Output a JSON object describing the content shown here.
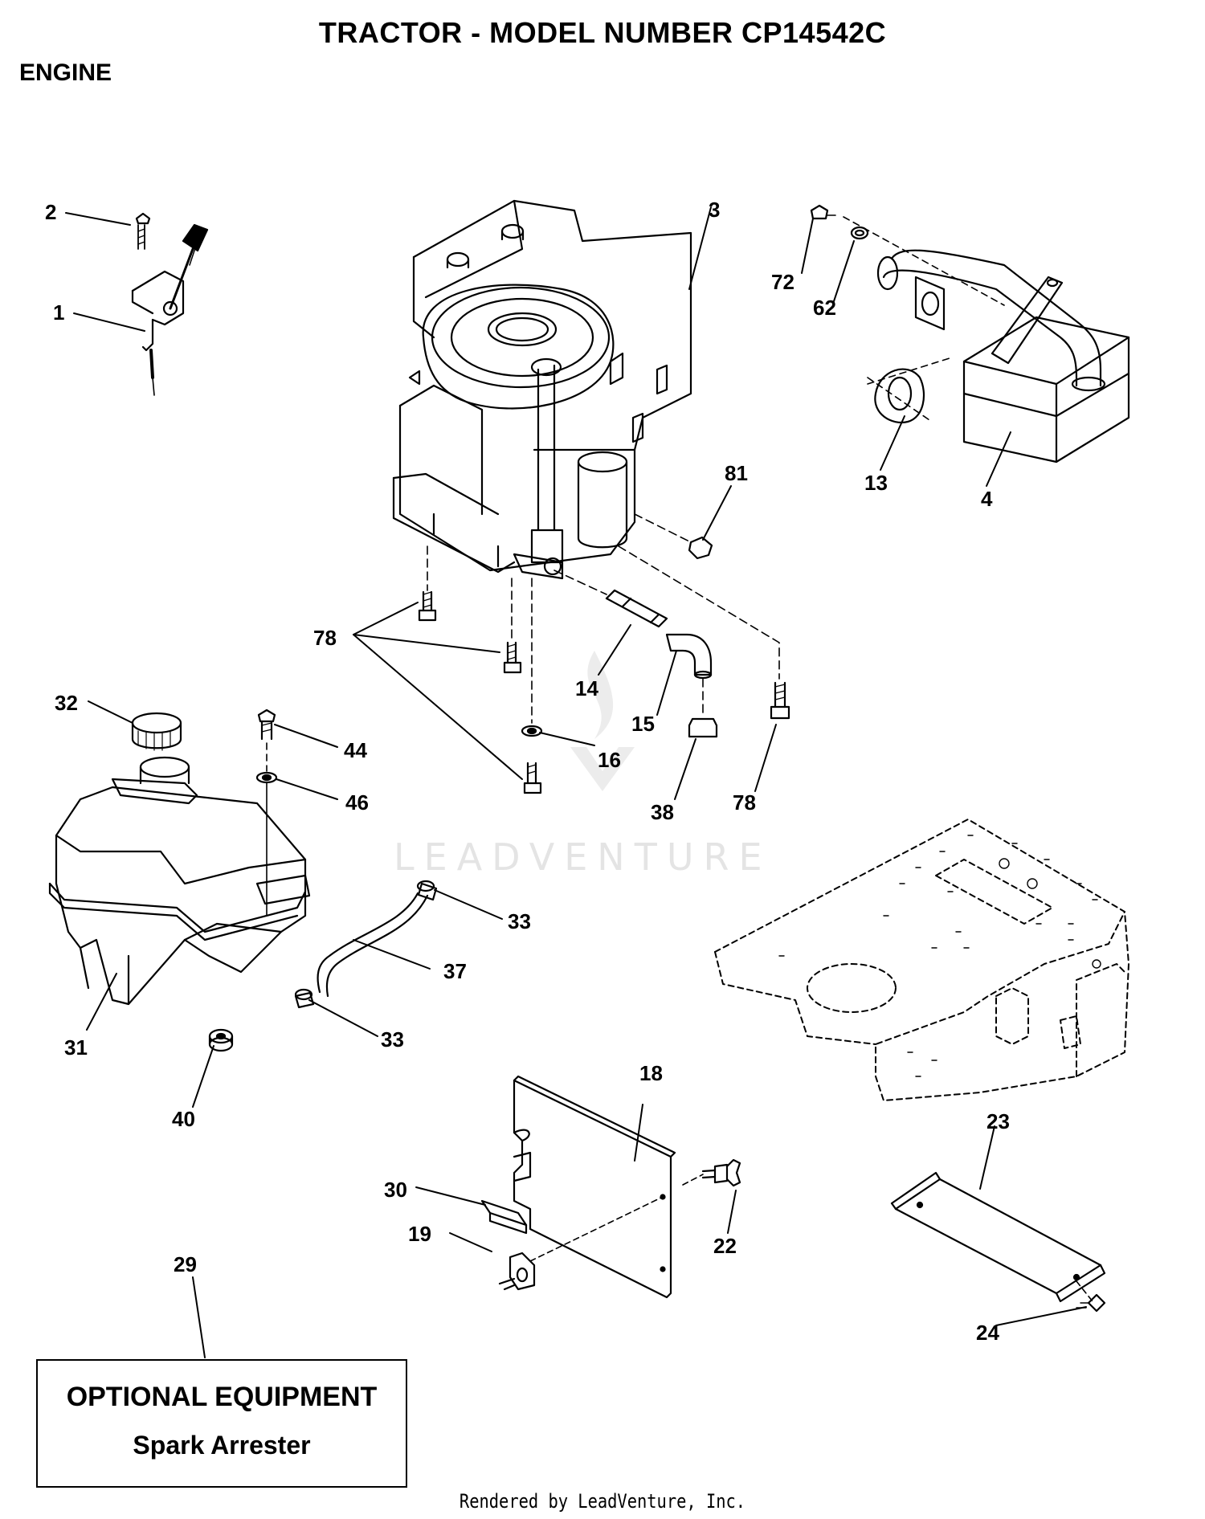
{
  "page": {
    "title": "TRACTOR - MODEL NUMBER CP14542C",
    "section": "ENGINE",
    "footer": "Rendered by LeadVenture, Inc.",
    "watermark": "LEADVENTURE"
  },
  "optional_equipment": {
    "heading": "OPTIONAL EQUIPMENT",
    "item": "Spark Arrester"
  },
  "callouts": [
    "1",
    "2",
    "3",
    "4",
    "13",
    "14",
    "15",
    "16",
    "18",
    "19",
    "22",
    "23",
    "24",
    "29",
    "30",
    "31",
    "32",
    "33",
    "33",
    "37",
    "38",
    "40",
    "44",
    "46",
    "62",
    "72",
    "78",
    "78",
    "81"
  ],
  "colors": {
    "ink": "#000000",
    "watermark": "#e4e4e4"
  }
}
